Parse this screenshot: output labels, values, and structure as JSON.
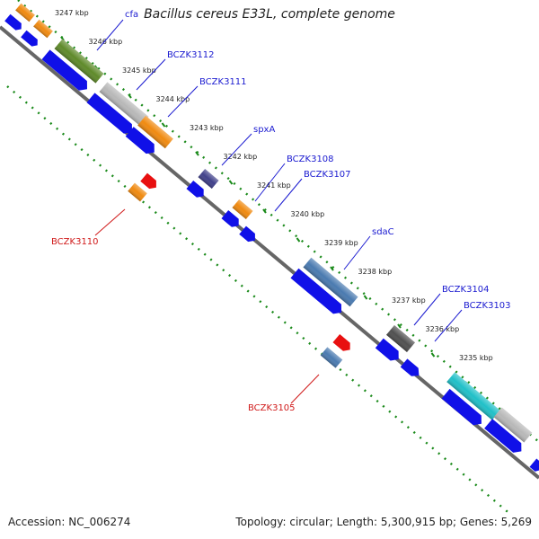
{
  "title": "Bacillus cereus E33L, complete genome",
  "footer": {
    "accession_label": "Accession: NC_006274",
    "topology_label": "Topology: circular; Length: 5,300,915 bp; Genes: 5,269"
  },
  "colors": {
    "backbone": "#666666",
    "ruler": "#1a8a1a",
    "label_blue": "#1a1ad0",
    "label_red": "#d01a1a",
    "cds_blue": "#1010e8",
    "orange": "#f08a10",
    "olive": "#5f8a2a",
    "gray": "#b8b8b8",
    "purple": "#40408a",
    "steel": "#4a7ab0",
    "charcoal": "#505050",
    "cyan": "#20c0c8",
    "red": "#e81010"
  },
  "ticks": [
    {
      "label": "3247 kbp"
    },
    {
      "label": "3246 kbp"
    },
    {
      "label": "3245 kbp"
    },
    {
      "label": "3244 kbp"
    },
    {
      "label": "3243 kbp"
    },
    {
      "label": "3242 kbp"
    },
    {
      "label": "3241 kbp"
    },
    {
      "label": "3240 kbp"
    },
    {
      "label": "3239 kbp"
    },
    {
      "label": "3238 kbp"
    },
    {
      "label": "3237 kbp"
    },
    {
      "label": "3236 kbp"
    },
    {
      "label": "3235 kbp"
    }
  ],
  "gene_labels": [
    {
      "text": "cfa",
      "color": "label_blue"
    },
    {
      "text": "BCZK3112",
      "color": "label_blue"
    },
    {
      "text": "BCZK3111",
      "color": "label_blue"
    },
    {
      "text": "spxA",
      "color": "label_blue"
    },
    {
      "text": "BCZK3108",
      "color": "label_blue"
    },
    {
      "text": "BCZK3107",
      "color": "label_blue"
    },
    {
      "text": "sdaC",
      "color": "label_blue"
    },
    {
      "text": "BCZK3104",
      "color": "label_blue"
    },
    {
      "text": "BCZK3103",
      "color": "label_blue"
    },
    {
      "text": "BCZK3110",
      "color": "label_red"
    },
    {
      "text": "BCZK3105",
      "color": "label_red"
    }
  ]
}
